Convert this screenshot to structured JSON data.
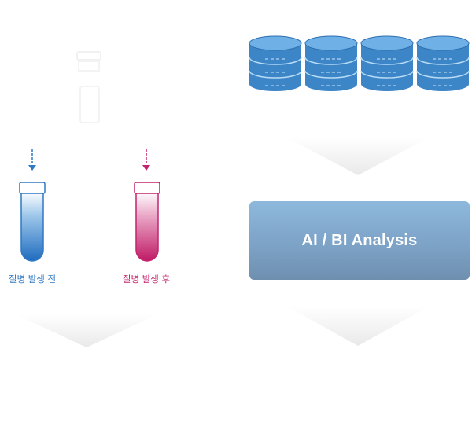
{
  "tubes": {
    "before": {
      "label": "질병 발생 전",
      "color": "#2f78c4"
    },
    "after": {
      "label": "질병 발생 후",
      "color": "#c4246e"
    }
  },
  "analysis": {
    "title": "AI / BI Analysis"
  },
  "colors": {
    "db_fill": "#3c86c8",
    "db_highlight": "#8fc3ee",
    "box_top": "#8db8dc",
    "box_bottom": "#6f8faf",
    "chevron": "#ececec"
  }
}
